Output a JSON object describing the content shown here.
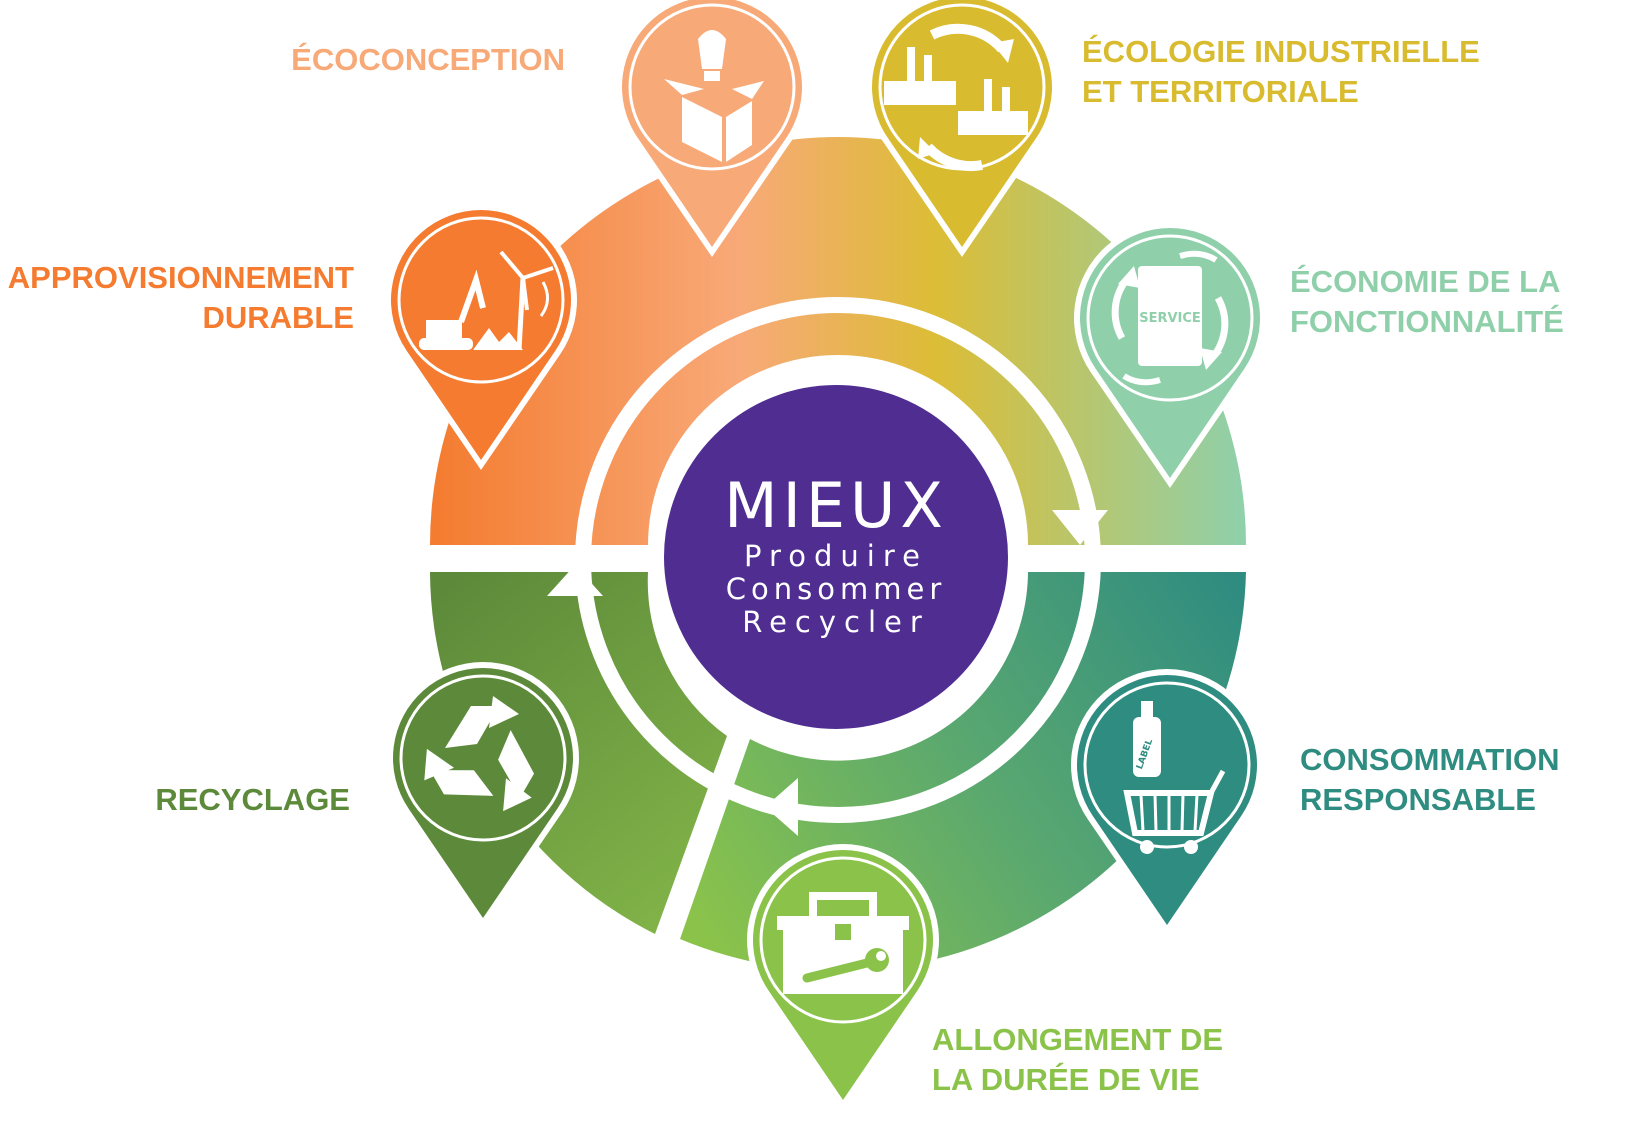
{
  "center": {
    "title": "MIEUX",
    "lines": [
      "Produire",
      "Consommer",
      "Recycler"
    ],
    "color": "#4f2d91"
  },
  "pillars": [
    {
      "id": "approvisionnement",
      "lines": [
        "APPROVISIONNEMENT",
        "DURABLE"
      ],
      "color": "#f47b2f",
      "icon": "excavator-windmill-icon"
    },
    {
      "id": "ecoconception",
      "lines": [
        "ÉCOCONCEPTION"
      ],
      "color": "#f8a978",
      "icon": "bulb-box-icon"
    },
    {
      "id": "ecologie",
      "lines": [
        "ÉCOLOGIE INDUSTRIELLE",
        "ET TERRITORIALE"
      ],
      "color": "#d9bb2f",
      "icon": "factory-cycle-icon"
    },
    {
      "id": "economie",
      "lines": [
        "ÉCONOMIE DE LA",
        "FONCTIONNALITÉ"
      ],
      "color": "#8fd0ab",
      "icon": "service-exchange-icon",
      "icon_text": "SERVICE"
    },
    {
      "id": "consommation",
      "lines": [
        "CONSOMMATION",
        "RESPONSABLE"
      ],
      "color": "#2f8c80",
      "icon": "label-cart-icon",
      "icon_text": "LABEL"
    },
    {
      "id": "allongement",
      "lines": [
        "ALLONGEMENT DE",
        "LA DURÉE DE VIE"
      ],
      "color": "#8bc34a",
      "icon": "toolbox-wrench-icon"
    },
    {
      "id": "recyclage",
      "lines": [
        "RECYCLAGE"
      ],
      "color": "#5d8a3a",
      "icon": "recycle-icon"
    }
  ]
}
